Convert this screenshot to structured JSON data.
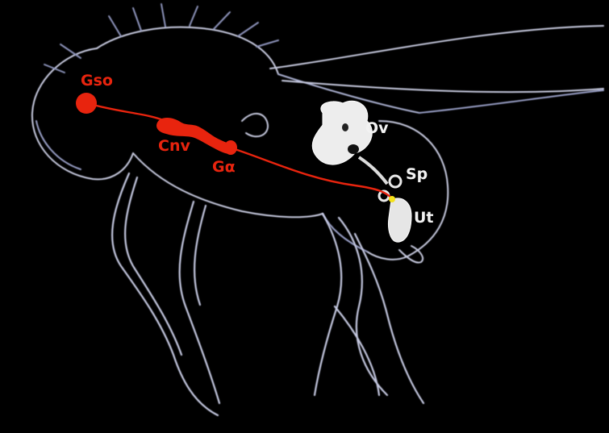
{
  "labels": {
    "gso": "Gso",
    "cnv": "Cnv",
    "ga": "Gα",
    "ov": "Ov",
    "sp": "Sp",
    "ut": "Ut"
  },
  "colors": {
    "background": "#000000",
    "neural_pathway": "#e8240e",
    "organ_labels": "#f2f2f2",
    "ovary": "#ededed",
    "outline": "#c8cbe0",
    "spermatheca_marker": "#f4e21a"
  }
}
